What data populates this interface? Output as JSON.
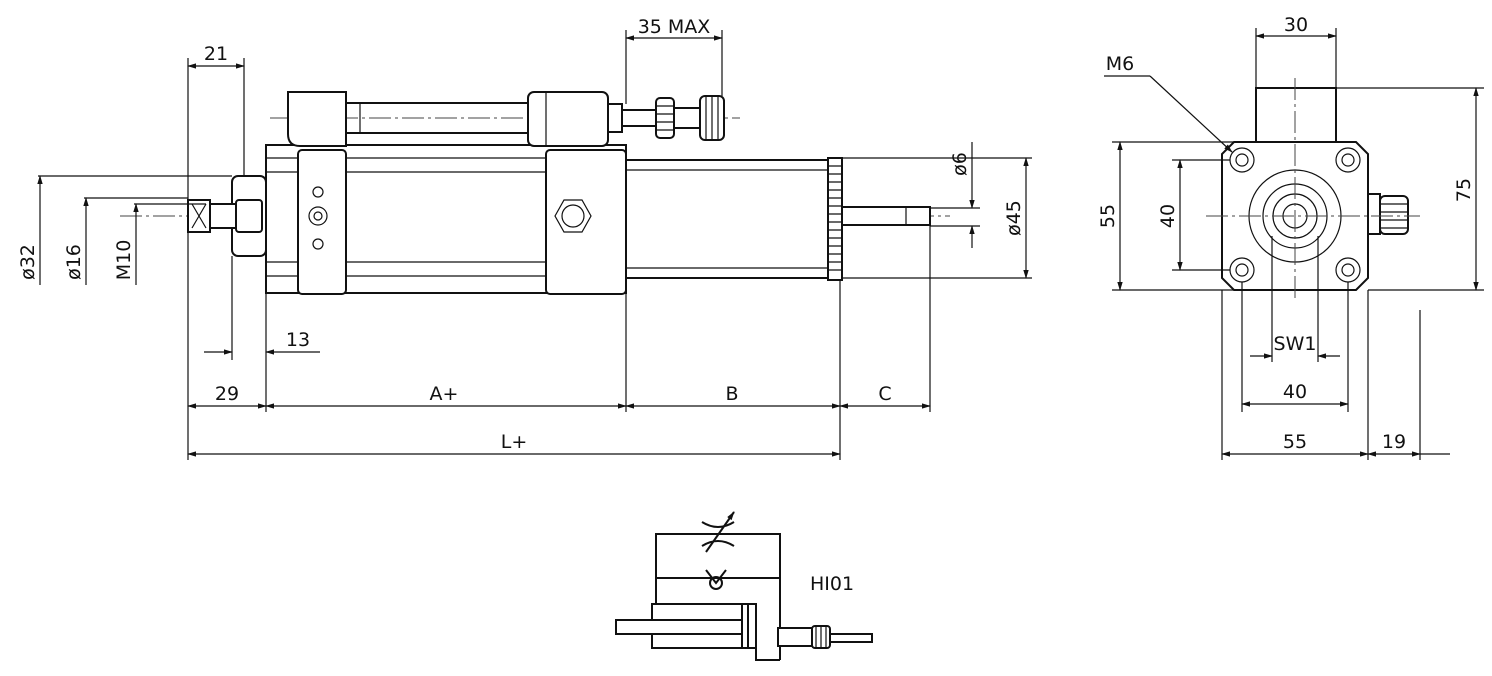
{
  "side_view": {
    "dim_21": "21",
    "dim_35max": "35 MAX",
    "dim_d32": "ø32",
    "dim_d16": "ø16",
    "dim_m10": "M10",
    "dim_d6": "ø6",
    "dim_d45": "ø45",
    "dim_13": "13",
    "dim_29": "29",
    "dim_a": "A+",
    "dim_b": "B",
    "dim_c": "C",
    "dim_l": "L+"
  },
  "end_view": {
    "dim_30": "30",
    "dim_m6": "M6",
    "dim_55v": "55",
    "dim_40v": "40",
    "dim_75": "75",
    "dim_sw1": "SW1",
    "dim_40h": "40",
    "dim_55h": "55",
    "dim_19": "19"
  },
  "symbol": {
    "code": "HI01"
  }
}
